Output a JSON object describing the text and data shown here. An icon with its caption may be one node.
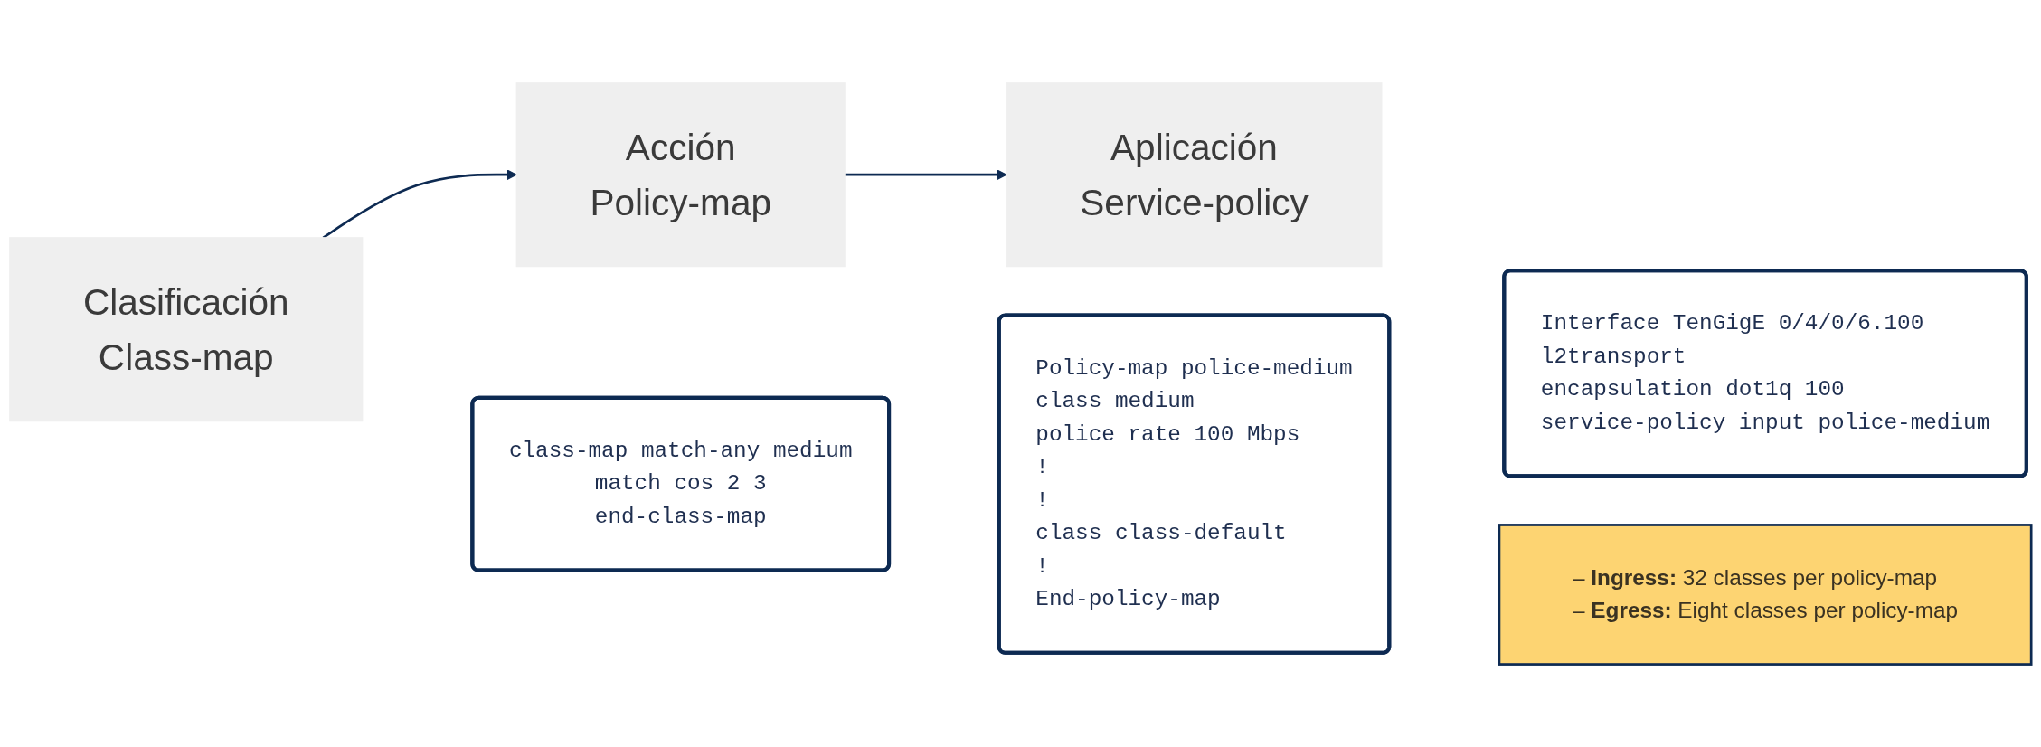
{
  "diagram": {
    "nodes": [
      {
        "text": [
          "Clasificación",
          "Class-map"
        ]
      },
      {
        "text": [
          "Acción",
          "Policy-map"
        ]
      },
      {
        "text": [
          "Aplicación",
          "Service-policy"
        ]
      },
      {
        "text": [
          "class-map match-any medium",
          "match cos 2 3",
          "end-class-map"
        ]
      },
      {
        "text": [
          "Policy-map police-medium",
          "class medium",
          "police rate 100 Mbps",
          "!",
          "!",
          "class class-default",
          "!",
          "End-policy-map"
        ]
      },
      {
        "text": [
          "Interface TenGigE 0/4/0/6.100",
          "l2transport",
          "encapsulation dot1q 100",
          "service-policy input police-medium"
        ]
      },
      {
        "text": [
          "– **Ingress:** 32 classes per policy-map",
          "– **Egress:** Eight classes per policy-map"
        ]
      }
    ],
    "edges": [
      {
        "from": 0,
        "to": 1,
        "arrow": "to"
      },
      {
        "from": 1,
        "to": 2,
        "arrow": "to"
      }
    ]
  }
}
